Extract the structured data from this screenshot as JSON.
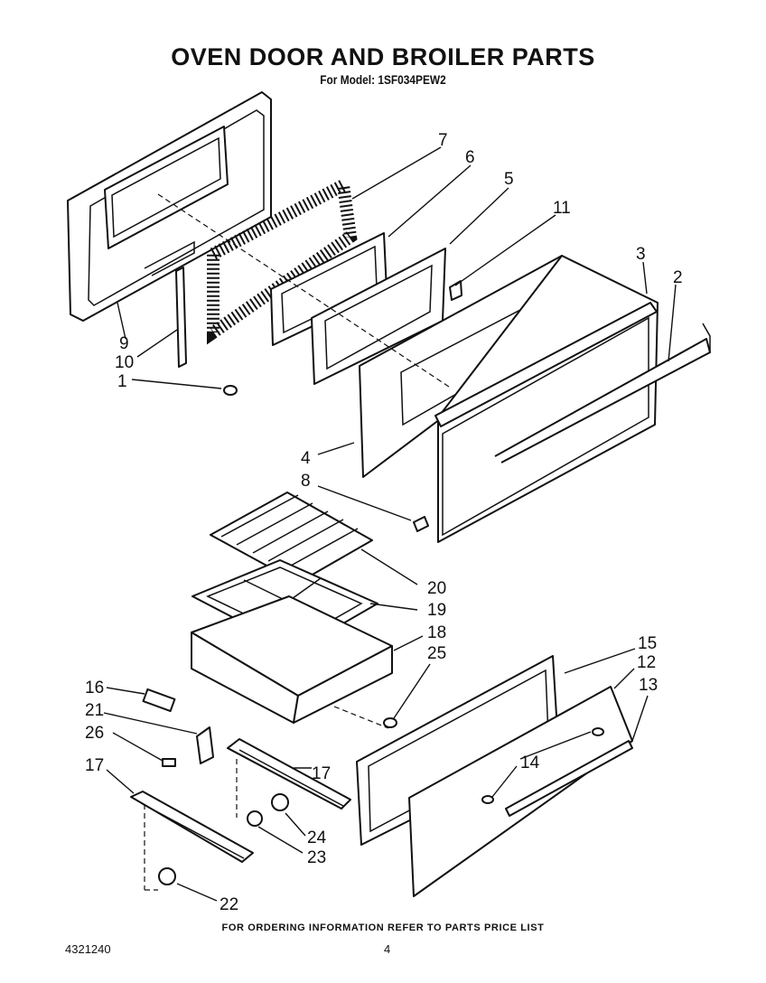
{
  "header": {
    "title": "OVEN DOOR AND BROILER PARTS",
    "model_line": "For Model: 1SF034PEW2"
  },
  "callouts": {
    "c1": "1",
    "c2": "2",
    "c3": "3",
    "c4": "4",
    "c5": "5",
    "c6": "6",
    "c7": "7",
    "c8": "8",
    "c9": "9",
    "c10": "10",
    "c11": "11",
    "c12": "12",
    "c13": "13",
    "c14": "14",
    "c15": "15",
    "c16": "16",
    "c17a": "17",
    "c17b": "17",
    "c18": "18",
    "c19": "19",
    "c20": "20",
    "c21": "21",
    "c22": "22",
    "c23": "23",
    "c24": "24",
    "c25": "25",
    "c26": "26"
  },
  "footer": {
    "ordering_note": "FOR ORDERING INFORMATION REFER TO PARTS PRICE LIST",
    "document_number": "4321240",
    "page_number": "4"
  }
}
